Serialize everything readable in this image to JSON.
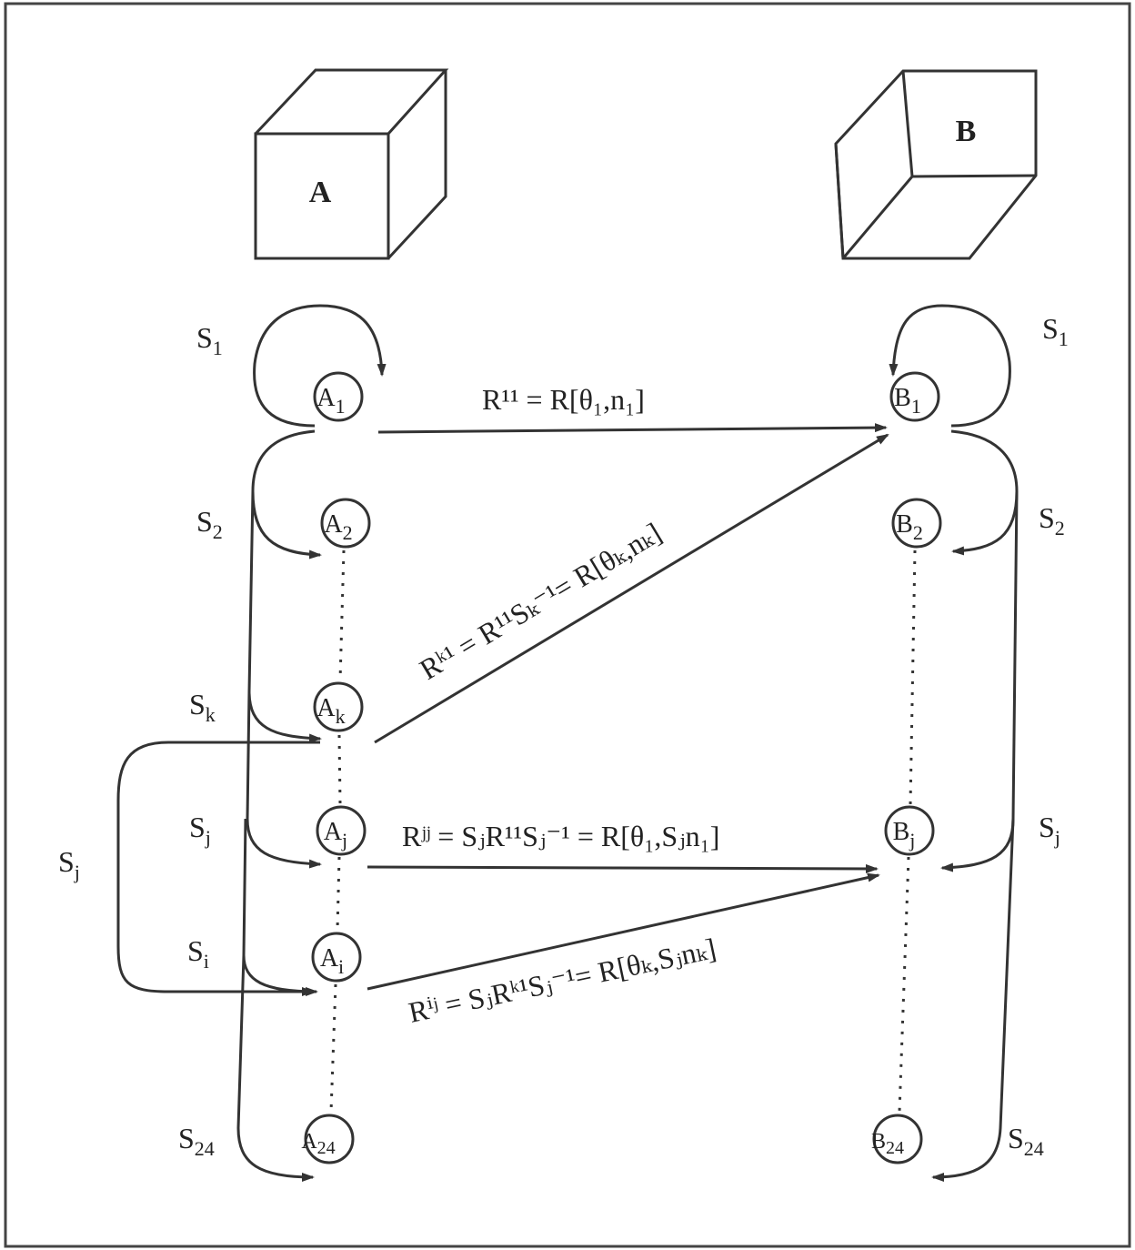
{
  "cubes": {
    "a_label": "A",
    "b_label": "B"
  },
  "nodes_a": [
    {
      "id": "A1",
      "base": "A",
      "sub": "1"
    },
    {
      "id": "A2",
      "base": "A",
      "sub": "2"
    },
    {
      "id": "Ak",
      "base": "A",
      "sub": "k"
    },
    {
      "id": "Aj",
      "base": "A",
      "sub": "j"
    },
    {
      "id": "Ai",
      "base": "A",
      "sub": "i"
    },
    {
      "id": "A24",
      "base": "A",
      "sub": "24"
    }
  ],
  "nodes_b": [
    {
      "id": "B1",
      "base": "B",
      "sub": "1"
    },
    {
      "id": "B2",
      "base": "B",
      "sub": "2"
    },
    {
      "id": "Bj",
      "base": "B",
      "sub": "j"
    },
    {
      "id": "B24",
      "base": "B",
      "sub": "24"
    }
  ],
  "symmetry_labels_left": [
    {
      "base": "S",
      "sub": "1"
    },
    {
      "base": "S",
      "sub": "2"
    },
    {
      "base": "S",
      "sub": "k"
    },
    {
      "base": "S",
      "sub": "j"
    },
    {
      "base": "S",
      "sub": "i"
    },
    {
      "base": "S",
      "sub": "24"
    }
  ],
  "symmetry_labels_right": [
    {
      "base": "S",
      "sub": "1"
    },
    {
      "base": "S",
      "sub": "2"
    },
    {
      "base": "S",
      "sub": "j"
    },
    {
      "base": "S",
      "sub": "24"
    }
  ],
  "outer_loop_label": {
    "base": "S",
    "sub": "j"
  },
  "equations": {
    "r11": "R¹¹ = R[θ₁,n₁]",
    "rk1": "Rᵏ¹ = R¹¹Sₖ⁻¹= R[θₖ,nₖ]",
    "rjj": "Rʲʲ = SⱼR¹¹Sⱼ⁻¹ = R[θ₁,Sⱼn₁]",
    "rij": "Rⁱʲ = SⱼRᵏ¹Sⱼ⁻¹= R[θₖ,Sⱼnₖ]"
  },
  "colors": {
    "line": "#333333",
    "text": "#222222"
  }
}
